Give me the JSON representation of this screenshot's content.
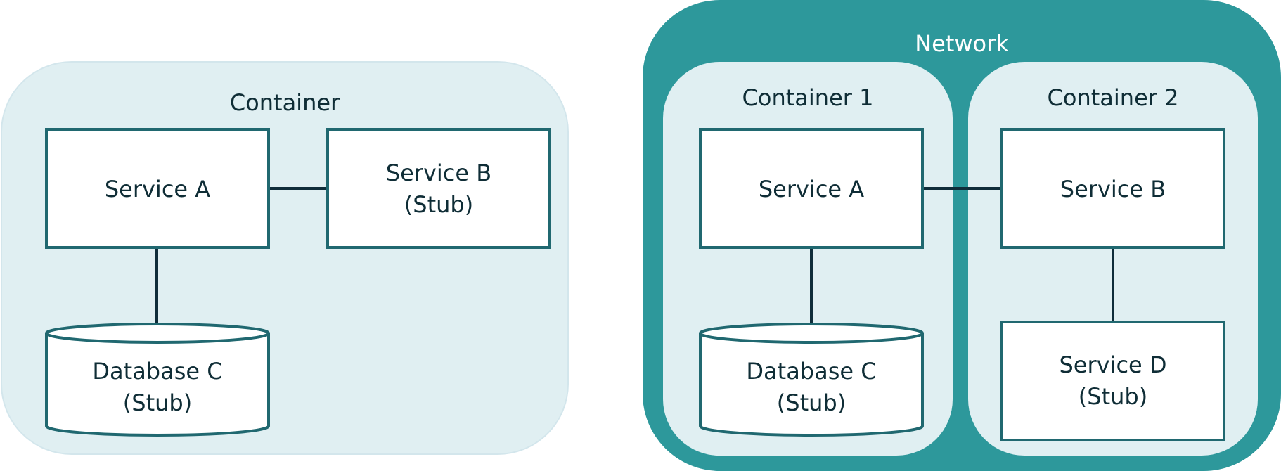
{
  "colors": {
    "container_fill": "#e0eff2",
    "network_fill": "#2d989b",
    "node_stroke": "#206870",
    "link": "#0f2d3a",
    "text": "#0f2d36",
    "network_text": "#ffffff"
  },
  "left_diagram": {
    "container_label": "Container",
    "service_a": "Service A",
    "service_b": [
      "Service B",
      "(Stub)"
    ],
    "database_c": [
      "Database C",
      "(Stub)"
    ]
  },
  "right_diagram": {
    "network_label": "Network",
    "container_1_label": "Container 1",
    "container_2_label": "Container 2",
    "service_a": "Service A",
    "service_b": "Service B",
    "database_c": [
      "Database C",
      "(Stub)"
    ],
    "service_d": [
      "Service D",
      "(Stub)"
    ]
  }
}
